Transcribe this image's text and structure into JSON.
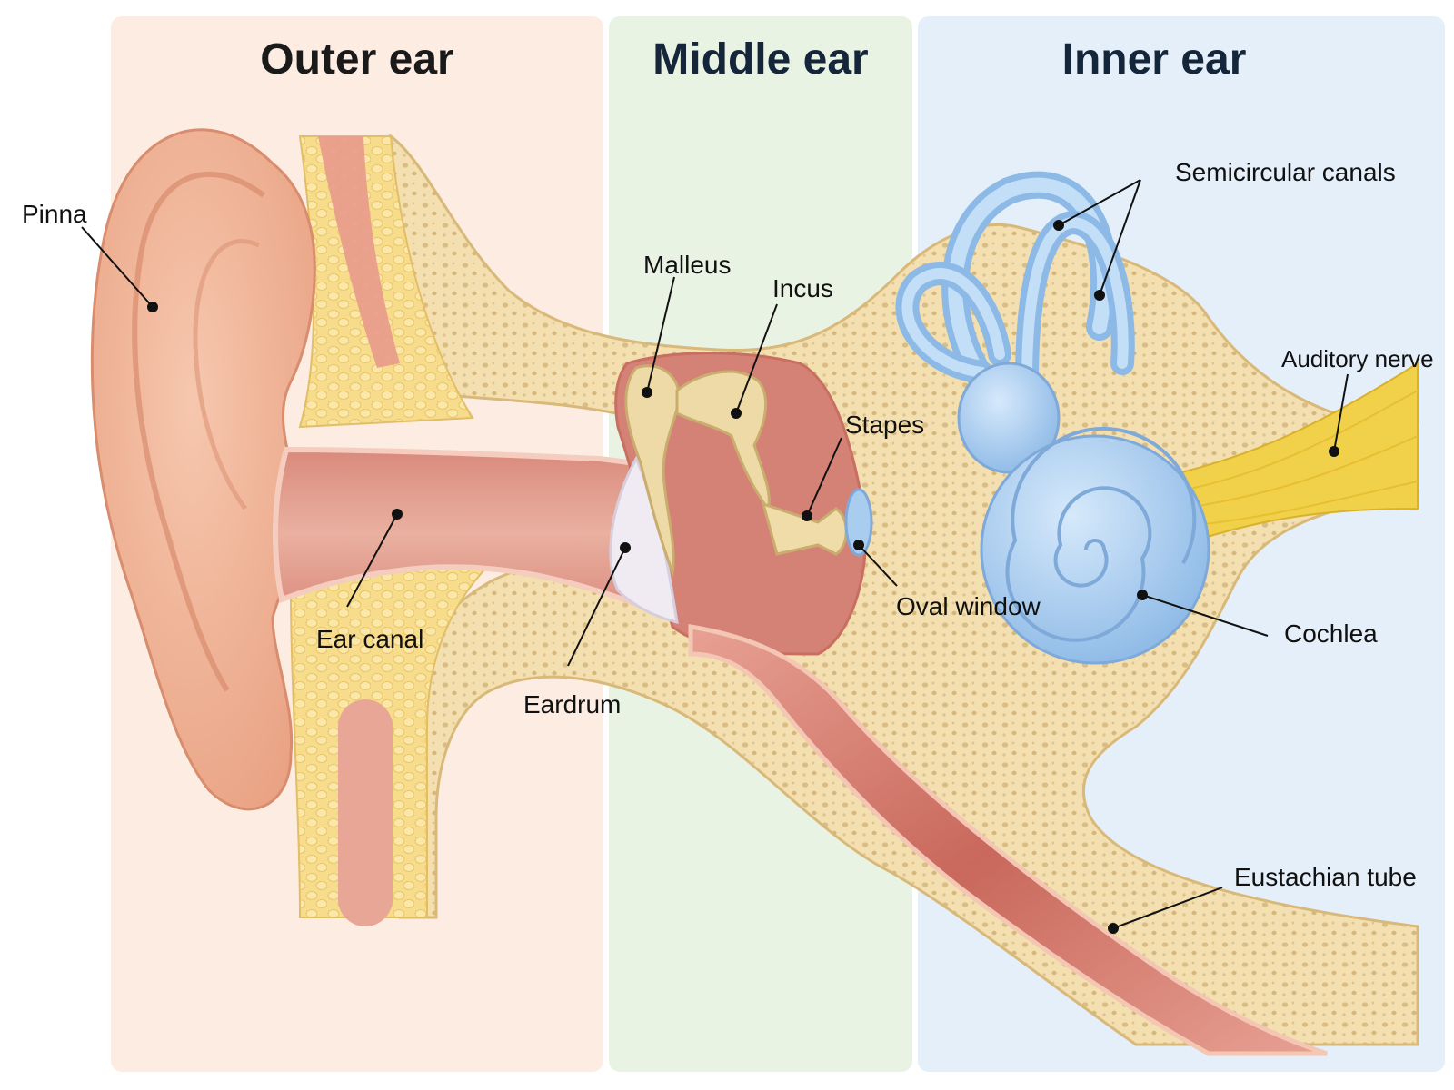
{
  "regions": {
    "outer": "Outer ear",
    "middle": "Middle ear",
    "inner": "Inner ear"
  },
  "labels": {
    "pinna": "Pinna",
    "ear_canal": "Ear canal",
    "eardrum": "Eardrum",
    "malleus": "Malleus",
    "incus": "Incus",
    "stapes": "Stapes",
    "oval_window": "Oval window",
    "semicircular_canals": "Semicircular canals",
    "auditory_nerve": "Auditory nerve",
    "cochlea": "Cochlea",
    "eustachian_tube": "Eustachian tube"
  },
  "colors": {
    "outer_bg": "#fcece2",
    "middle_bg": "#e9f3e3",
    "inner_bg": "#e4eff9",
    "skin": "#f2b497",
    "bone": "#f3dfb0",
    "canal_tissue": "#e6a394",
    "ossicles": "#eedaa6",
    "inner_ear": "#a9cdef",
    "nerve": "#f2d14a"
  }
}
